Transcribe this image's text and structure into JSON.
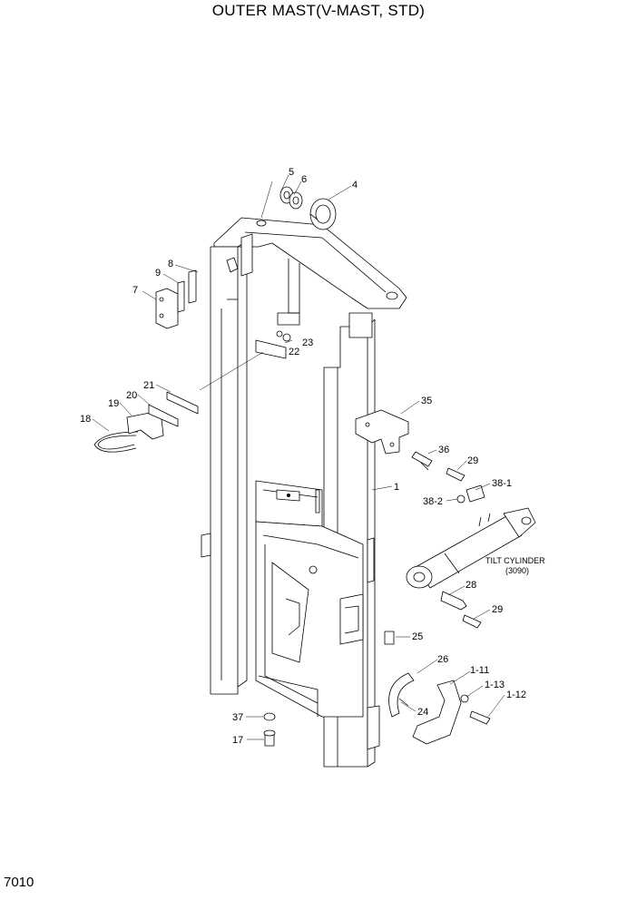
{
  "title": "OUTER MAST(V-MAST, STD)",
  "page_code": "7010",
  "cylinder_label": "TILT CYLINDER",
  "cylinder_code": "(3090)",
  "parts": {
    "p1": "1",
    "p4": "4",
    "p5": "5",
    "p6": "6",
    "p7": "7",
    "p8": "8",
    "p9": "9",
    "p17": "17",
    "p18": "18",
    "p19": "19",
    "p20": "20",
    "p21": "21",
    "p22": "22",
    "p23": "23",
    "p24": "24",
    "p25": "25",
    "p26": "26",
    "p28": "28",
    "p29a": "29",
    "p29b": "29",
    "p35": "35",
    "p36": "36",
    "p37": "37",
    "p38_1": "38-1",
    "p38_2": "38-2",
    "p1_11": "1-11",
    "p1_12": "1-12",
    "p1_13": "1-13"
  }
}
